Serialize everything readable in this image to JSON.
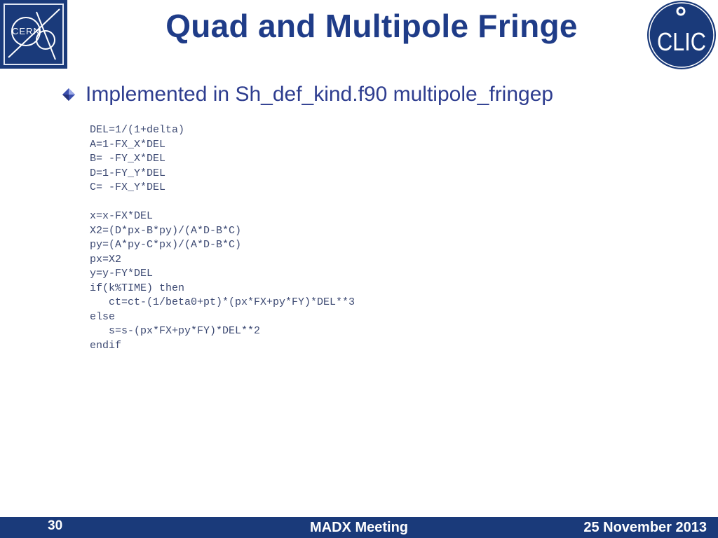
{
  "slide": {
    "title": "Quad and Multipole Fringe",
    "bullet": "Implemented in Sh_def_kind.f90 multipole_fringep",
    "code_lines": [
      "DEL=1/(1+delta)",
      "A=1-FX_X*DEL",
      "B= -FY_X*DEL",
      "D=1-FY_Y*DEL",
      "C= -FX_Y*DEL",
      "",
      "x=x-FX*DEL",
      "X2=(D*px-B*py)/(A*D-B*C)",
      "py=(A*py-C*px)/(A*D-B*C)",
      "px=X2",
      "y=y-FY*DEL",
      "if(k%TIME) then",
      "   ct=ct-(1/beta0+pt)*(px*FX+py*FY)*DEL**3",
      "else",
      "   s=s-(px*FX+py*FY)*DEL**2",
      "endif"
    ]
  },
  "logos": {
    "left": {
      "text": "CERN",
      "icon": "cern-logo-icon"
    },
    "right": {
      "text": "CLIC",
      "icon": "clic-logo-icon"
    }
  },
  "footer": {
    "page_number": "30",
    "meeting": "MADX Meeting",
    "date": "25 November 2013"
  },
  "colors": {
    "title": "#1f3c88",
    "brand": "#1a3a7a",
    "bullet_text": "#2e3d8f",
    "code_text": "#3d4a73"
  }
}
